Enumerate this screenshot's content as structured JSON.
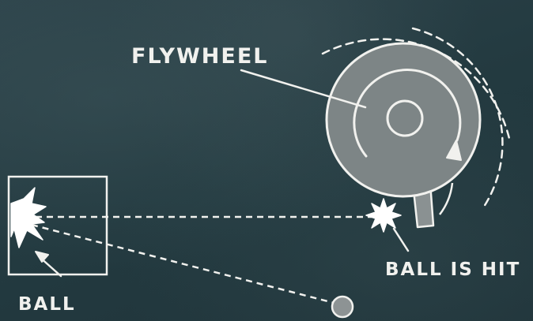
{
  "labels": {
    "flywheel": "FLYWHEEL",
    "ball_is_hit": "BALL IS HIT",
    "ball": "BALL"
  },
  "colors": {
    "chalkboard": "#253a40",
    "chalk": "#f1f1ee",
    "flywheel_fill": "#7d8586",
    "ball_fill": "#8d9394",
    "paddle_fill": "#8a9192"
  }
}
